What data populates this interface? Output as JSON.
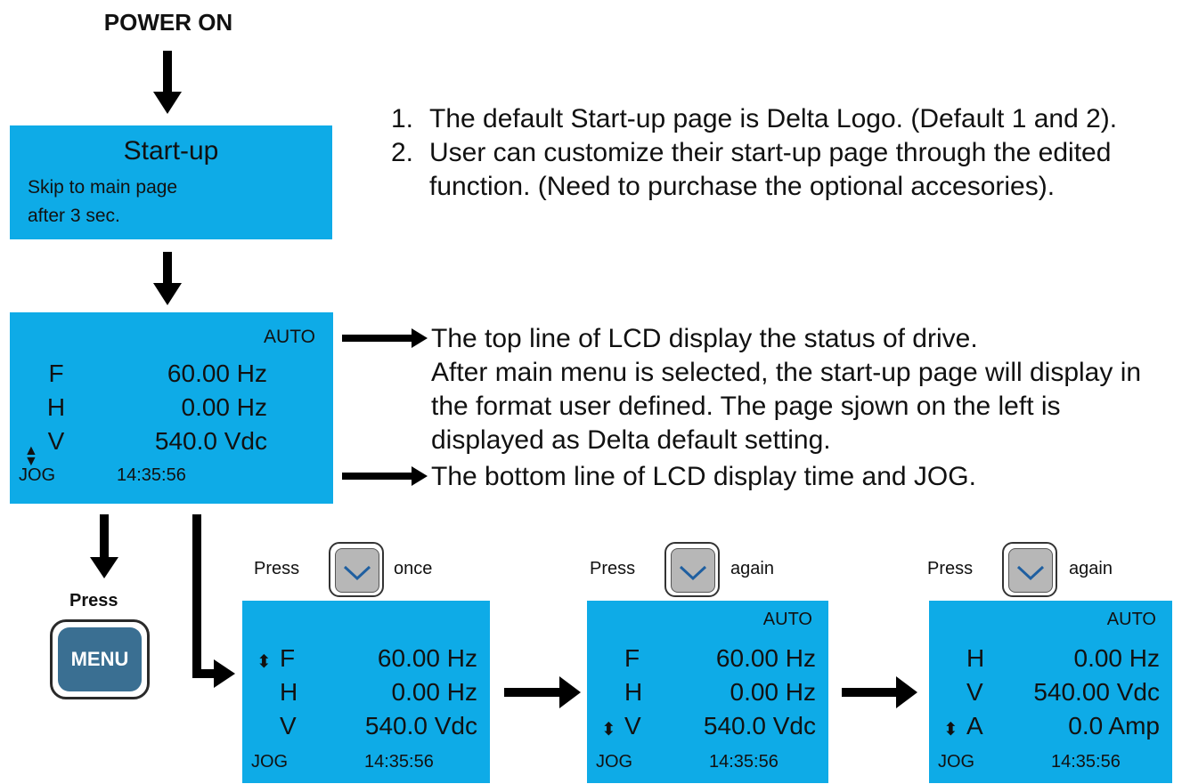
{
  "power_on": "POWER ON",
  "startup_box": {
    "title": "Start-up",
    "line1": "Skip to main page",
    "line2": "after 3 sec."
  },
  "notes": [
    {
      "num": "1.",
      "text": "The default Start-up page is Delta Logo. (Default 1 and 2)."
    },
    {
      "num": "2.",
      "text": "User can customize their start-up page through the edited function. (Need to purchase the optional accesories)."
    }
  ],
  "main_lcd": {
    "status": "AUTO",
    "rows": [
      {
        "label": "F",
        "value": "60.00 Hz"
      },
      {
        "label": "H",
        "value": "0.00 Hz"
      },
      {
        "label": "V",
        "value": "540.0 Vdc"
      }
    ],
    "jog": "JOG",
    "time": "14:35:56"
  },
  "description": {
    "top_line": "The top line of LCD display the status of drive.",
    "middle": "After main menu is selected, the start-up page will display in the format user defined. The page sjown on the left is displayed as Delta default setting.",
    "bottom_line": "The bottom line of LCD display time and JOG."
  },
  "menu": {
    "press": "Press",
    "label": "MENU"
  },
  "press_steps": [
    {
      "press": "Press",
      "suffix": "once"
    },
    {
      "press": "Press",
      "suffix": "again"
    },
    {
      "press": "Press",
      "suffix": "again"
    }
  ],
  "screens": [
    {
      "status": "",
      "rows": [
        {
          "label": "F",
          "value": "60.00 Hz"
        },
        {
          "label": "H",
          "value": "0.00 Hz"
        },
        {
          "label": "V",
          "value": "540.0 Vdc"
        }
      ],
      "jog": "JOG",
      "time": "14:35:56"
    },
    {
      "status": "AUTO",
      "rows": [
        {
          "label": "F",
          "value": "60.00 Hz"
        },
        {
          "label": "H",
          "value": "0.00 Hz"
        },
        {
          "label": "V",
          "value": "540.0 Vdc"
        }
      ],
      "jog": "JOG",
      "time": "14:35:56"
    },
    {
      "status": "AUTO",
      "rows": [
        {
          "label": "H",
          "value": "0.00 Hz"
        },
        {
          "label": "V",
          "value": "540.00 Vdc"
        },
        {
          "label": "A",
          "value": "0.0 Amp"
        }
      ],
      "jog": "JOG",
      "time": "14:35:56"
    }
  ],
  "icons": {
    "updown": "up-down-triangle-icon",
    "down": "chevron-down-icon"
  },
  "colors": {
    "lcd": "#0eabe7",
    "menu_button": "#3a6f92",
    "key_button": "#b7b7b7"
  }
}
